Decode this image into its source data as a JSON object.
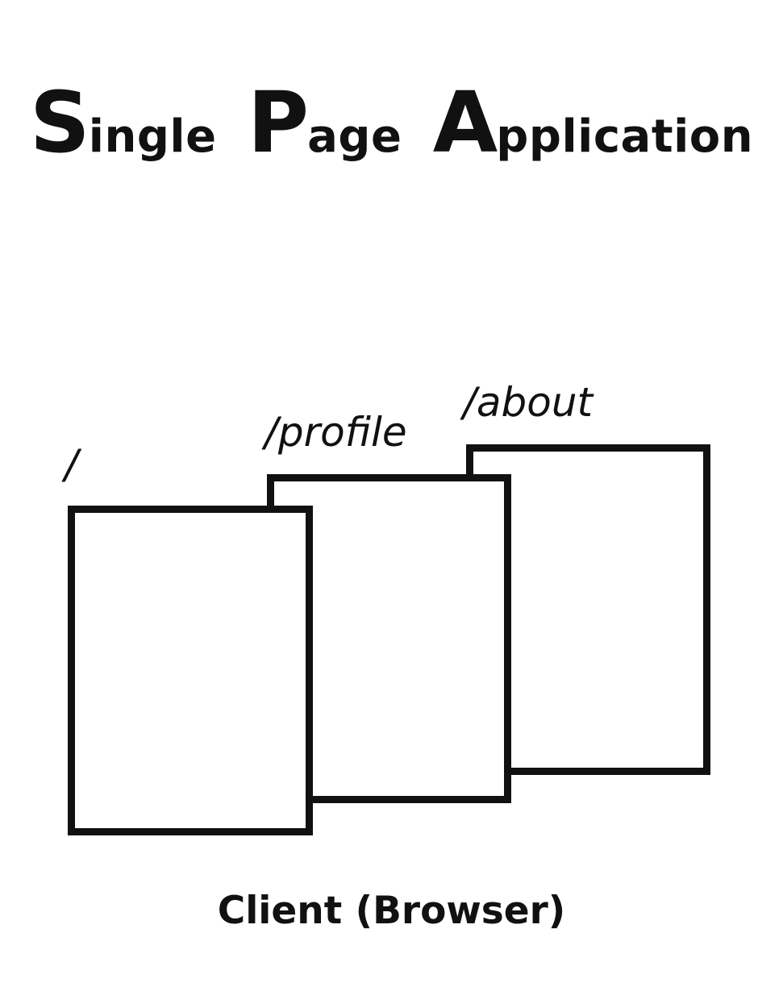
{
  "title": {
    "words": [
      {
        "cap": "S",
        "rest": "ingle"
      },
      {
        "cap": "P",
        "rest": "age"
      },
      {
        "cap": "A",
        "rest": "pplication"
      }
    ]
  },
  "pages": [
    {
      "id": "root",
      "route": "/"
    },
    {
      "id": "profile",
      "route": "/profile"
    },
    {
      "id": "about",
      "route": "/about"
    }
  ],
  "caption": "Client (Browser)"
}
